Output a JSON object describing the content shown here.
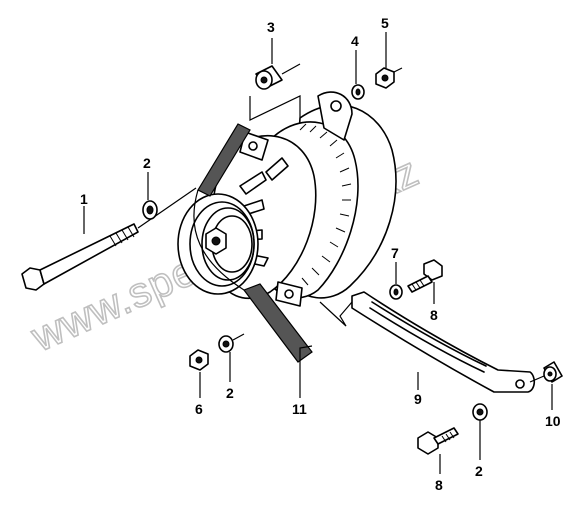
{
  "watermark": "www.spectrum-too.kz",
  "callouts": {
    "c1": "1",
    "c2a": "2",
    "c2b": "2",
    "c2c": "2",
    "c3": "3",
    "c4": "4",
    "c5": "5",
    "c6": "6",
    "c7": "7",
    "c8a": "8",
    "c8b": "8",
    "c9": "9",
    "c10": "10",
    "c11": "11"
  }
}
